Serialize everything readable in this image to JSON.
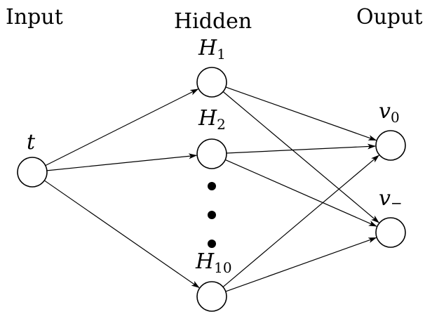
{
  "columns": {
    "input_title": "Input",
    "hidden_title": "Hidden",
    "output_title": "Ouput"
  },
  "nodes": {
    "input": {
      "label": "t",
      "sub": ""
    },
    "hidden_1": {
      "label": "H",
      "sub": "1"
    },
    "hidden_2": {
      "label": "H",
      "sub": "2"
    },
    "hidden_10": {
      "label": "H",
      "sub": "10"
    },
    "output_0": {
      "label": "v",
      "sub": "0"
    },
    "output_minus": {
      "label": "v",
      "sub": "−"
    }
  },
  "edges": [
    [
      "input",
      "hidden_1"
    ],
    [
      "input",
      "hidden_2"
    ],
    [
      "input",
      "hidden_10"
    ],
    [
      "hidden_1",
      "output_0"
    ],
    [
      "hidden_1",
      "output_minus"
    ],
    [
      "hidden_2",
      "output_0"
    ],
    [
      "hidden_2",
      "output_minus"
    ],
    [
      "hidden_10",
      "output_0"
    ],
    [
      "hidden_10",
      "output_minus"
    ]
  ],
  "ellipsis_dot_count": 3
}
